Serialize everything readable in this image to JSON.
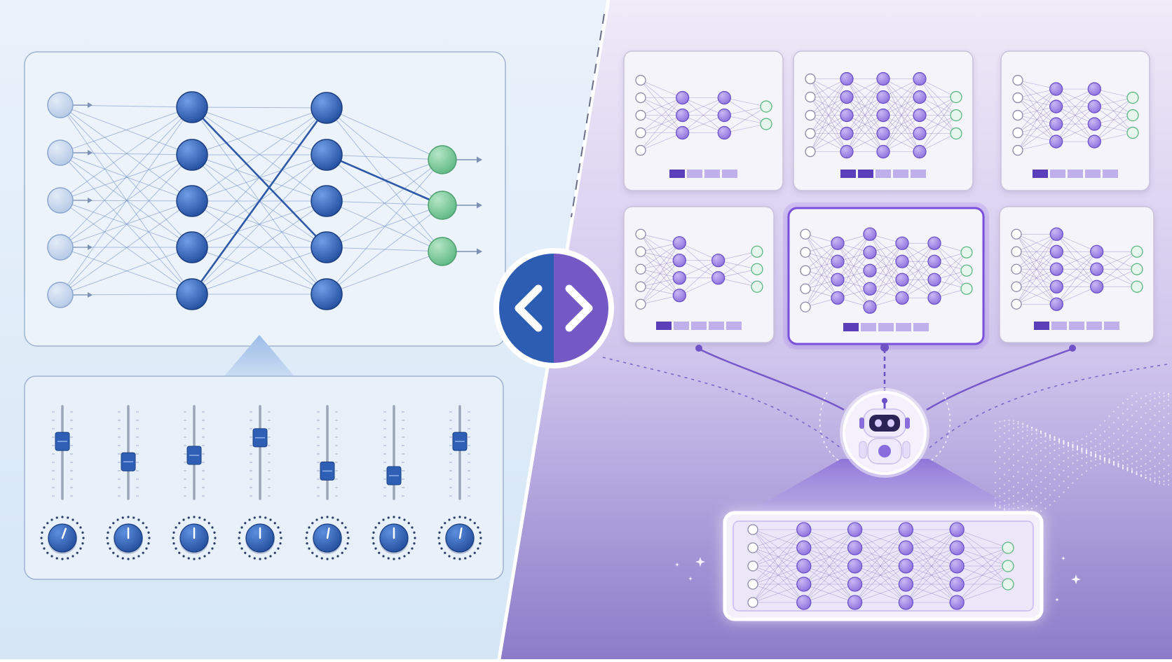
{
  "colors": {
    "left_bg_top": "#e9f1fb",
    "left_bg_bottom": "#d6e7f6",
    "right_bg_top": "#ece8f7",
    "right_bg_bottom": "#8f7fcc",
    "blue_node": "#2b5cb0",
    "blue_node_light": "#5b8de0",
    "input_node": "#c9d9f0",
    "green_node": "#7cc99a",
    "purple_node": "#9c82e6",
    "purple_dark": "#6a4fc8",
    "purple_accent": "#7b52d9",
    "panel_border": "#9fb3d1"
  },
  "manual_network": {
    "layers": [
      5,
      5,
      5,
      3
    ],
    "bold_connections": [
      [
        1,
        0,
        3
      ],
      [
        1,
        4,
        0
      ],
      [
        2,
        1,
        1
      ]
    ]
  },
  "controls": {
    "slider_levels": [
      0.62,
      0.4,
      0.47,
      0.66,
      0.3,
      0.25,
      0.62
    ],
    "knob_count": 7,
    "knob_rotation_deg": [
      20,
      0,
      0,
      0,
      10,
      0,
      10
    ]
  },
  "toggle_icon": {
    "left_icon": "chevron-left-icon",
    "right_icon": "chevron-right-icon"
  },
  "candidate_models": [
    {
      "layers": [
        5,
        3,
        3,
        2
      ],
      "bar_filled": 1,
      "bar_total": 4,
      "selected": false
    },
    {
      "layers": [
        5,
        5,
        5,
        5,
        3
      ],
      "bar_filled": 2,
      "bar_total": 5,
      "selected": false
    },
    {
      "layers": [
        5,
        4,
        4,
        3
      ],
      "bar_filled": 1,
      "bar_total": 5,
      "selected": false
    },
    {
      "layers": [
        5,
        4,
        2,
        3
      ],
      "bar_filled": 1,
      "bar_total": 5,
      "selected": false
    },
    {
      "layers": [
        5,
        4,
        5,
        4,
        4,
        3
      ],
      "bar_filled": 1,
      "bar_total": 5,
      "selected": true
    },
    {
      "layers": [
        5,
        5,
        3,
        3
      ],
      "bar_filled": 1,
      "bar_total": 5,
      "selected": false
    }
  ],
  "result_model": {
    "layers": [
      5,
      5,
      5,
      5,
      5,
      3
    ]
  },
  "agent": {
    "icon": "robot-icon"
  }
}
